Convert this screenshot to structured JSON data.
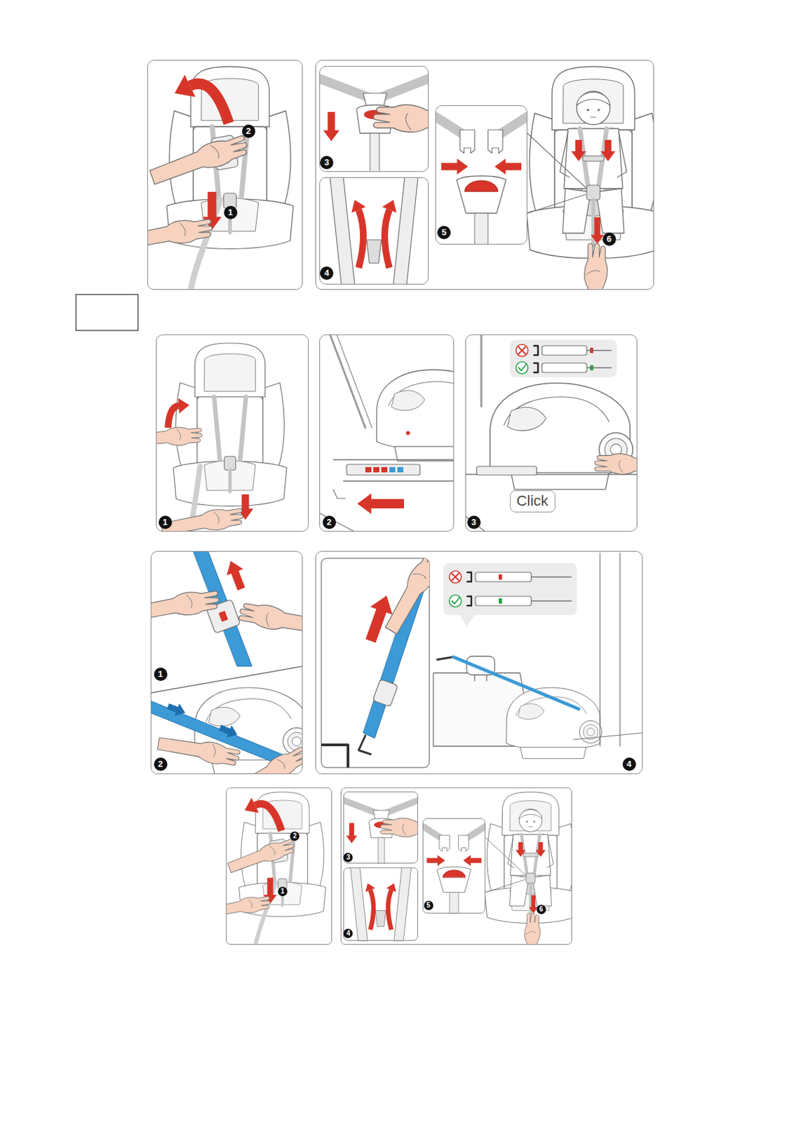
{
  "diagram": {
    "nodes": [
      {
        "text": [
          "2",
          "1"
        ]
      },
      {
        "text": [
          "6"
        ]
      },
      {
        "text": [
          "3"
        ],
        "in": 1
      },
      {
        "text": [
          "4"
        ],
        "in": 1
      },
      {
        "text": [
          "5"
        ],
        "in": 1
      },
      {
        "text": [
          "1"
        ]
      },
      {
        "text": [
          "2"
        ]
      },
      {
        "text": [
          "3"
        ]
      },
      {
        "text": [
          "Click"
        ],
        "in": 7
      },
      {
        "text": [
          "1",
          "2"
        ]
      },
      {
        "text": [
          "4"
        ]
      },
      {
        "text": [
          "2",
          "1"
        ]
      },
      {
        "text": [
          "6"
        ]
      },
      {
        "text": [
          "3"
        ],
        "in": 12
      },
      {
        "text": [
          "4"
        ],
        "in": 12
      },
      {
        "text": [
          "5"
        ],
        "in": 12
      }
    ]
  }
}
